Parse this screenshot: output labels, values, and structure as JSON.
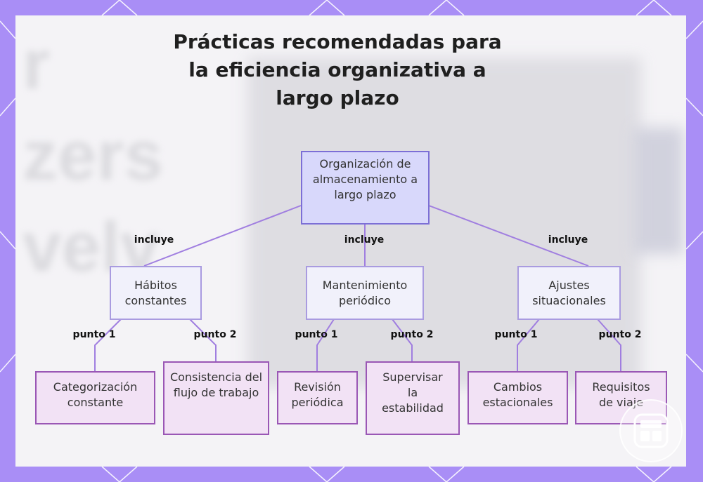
{
  "title": "Prácticas recomendadas para la eficiencia organizativa a largo plazo",
  "background_text": [
    "r",
    "zers",
    "velv"
  ],
  "colors": {
    "frame": "#a98ef6",
    "root_fill": "#d8d8fb",
    "root_border": "#7c6fd6",
    "mid_fill": "#f1f1fb",
    "mid_border": "#a99be0",
    "leaf_fill": "#f2e2f5",
    "leaf_border": "#9a57b5",
    "edge": "#a07ee0"
  },
  "nodes": {
    "root": "Organización de almacenamiento a largo plazo",
    "habitos": "Hábitos constantes",
    "mantenimiento": "Mantenimiento periódico",
    "ajustes": "Ajustes situacionales",
    "categorizacion": "Categorización constante",
    "consistencia": "Consistencia del flujo de trabajo",
    "revision": "Revisión periódica",
    "supervisar": "Supervisar la estabilidad",
    "cambios": "Cambios estacionales",
    "requisitos": "Requisitos de viaje"
  },
  "edge_labels": {
    "incluye": "incluye",
    "punto1": "punto 1",
    "punto2": "punto 2"
  },
  "icons": {
    "corner_badge": "layout-grid-icon"
  }
}
